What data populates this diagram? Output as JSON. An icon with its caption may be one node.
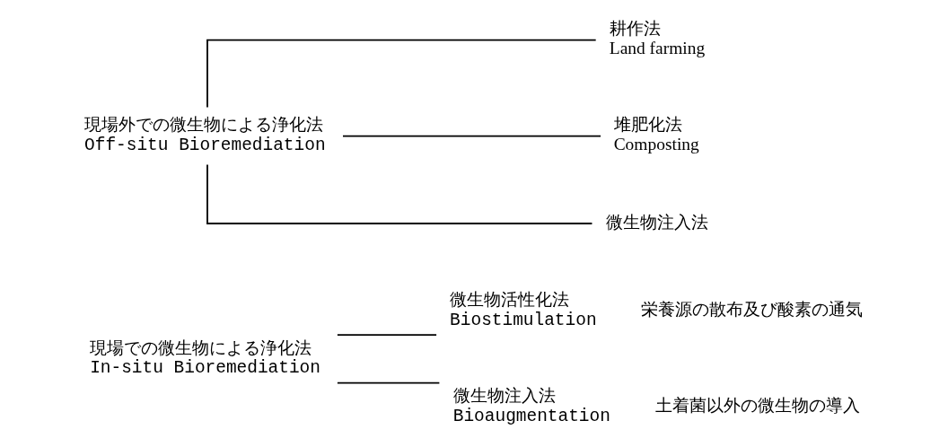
{
  "diagram": {
    "nodes": [
      {
        "text": [
          "現場での微生物による浄化法",
          "In-situ Bioremediation"
        ]
      },
      {
        "text": [
          "微生物活性化法",
          "Biostimulation"
        ],
        "beside": [
          "栄養源の散布及び酸素の通気"
        ]
      },
      {
        "text": [
          "微生物注入法",
          "Bioaugmentation"
        ],
        "beside": [
          "土着菌以外の微生物の導入"
        ]
      },
      {
        "text": [
          "現場外での微生物による浄化法",
          "Off-situ Bioremediation"
        ]
      },
      {
        "text": [
          "耕作法",
          "Land farming"
        ]
      },
      {
        "text": [
          "堆肥化法",
          "Composting"
        ]
      },
      {
        "text": [
          "微生物注入法"
        ]
      }
    ],
    "edges": [
      {
        "from": 0,
        "to": 1,
        "arrow": "none"
      },
      {
        "from": 0,
        "to": 2,
        "arrow": "none"
      },
      {
        "from": 3,
        "to": 4,
        "arrow": "none"
      },
      {
        "from": 3,
        "to": 5,
        "arrow": "none"
      },
      {
        "from": 3,
        "to": 6,
        "arrow": "none"
      }
    ]
  }
}
